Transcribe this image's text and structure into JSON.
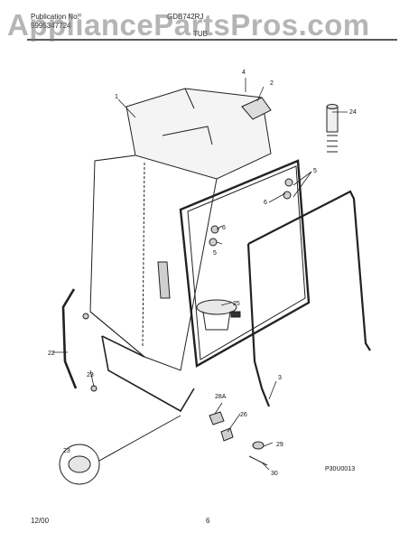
{
  "header": {
    "publication_label": "Publication No.",
    "publication_number": "5995347724",
    "model": "GDB742RJ",
    "section": "TUB"
  },
  "watermark": "AppliancePartsPros.com",
  "diagram": {
    "drawing_id": "P30U0013",
    "callouts": [
      "1",
      "2",
      "3",
      "4",
      "5",
      "5",
      "6",
      "6",
      "22",
      "23",
      "23",
      "24",
      "25",
      "26",
      "28A",
      "29",
      "30"
    ]
  },
  "footer": {
    "date": "12/00",
    "page": "6"
  }
}
